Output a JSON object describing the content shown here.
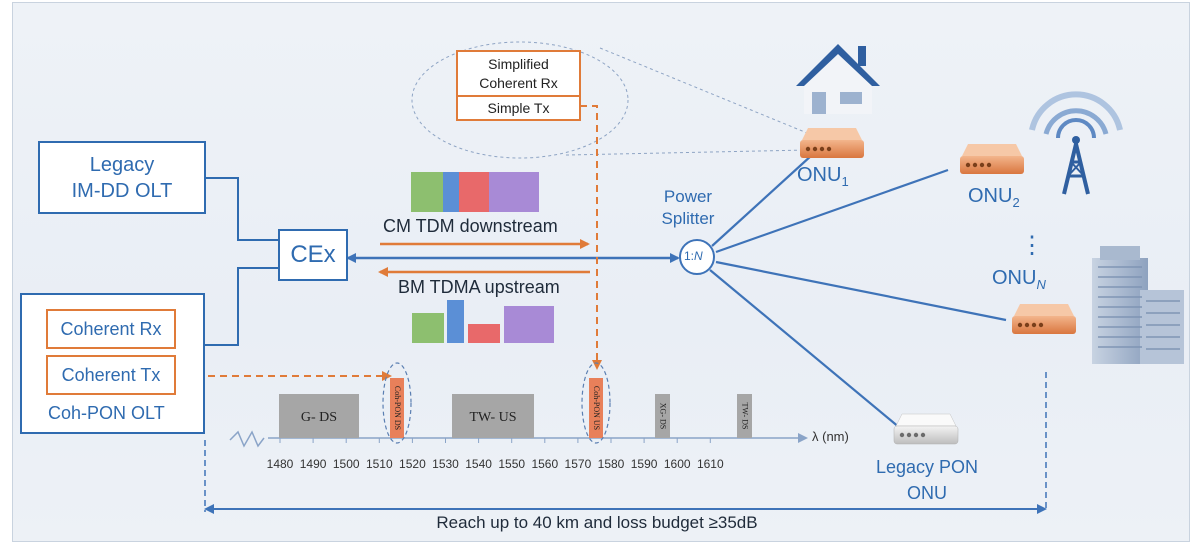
{
  "olt_legacy": {
    "line1": "Legacy",
    "line2": "IM-DD OLT"
  },
  "cex": {
    "label": "CEx"
  },
  "coh_olt": {
    "rx": "Coherent Rx",
    "tx": "Coherent Tx",
    "label": "Coh-PON OLT"
  },
  "onu_detail": {
    "rx": "Simplified Coherent Rx",
    "rx_line1": "Simplified",
    "rx_line2": "Coherent Rx",
    "tx": "Simple Tx"
  },
  "downstream": {
    "label": "CM TDM downstream"
  },
  "upstream": {
    "label": "BM TDMA upstream"
  },
  "splitter": {
    "line1": "Power",
    "line2": "Splitter",
    "ratio_prefix": "1:",
    "ratio_n": "N"
  },
  "onus": {
    "onu1": {
      "base": "ONU",
      "sub": "1"
    },
    "onu2": {
      "base": "ONU",
      "sub": "2"
    },
    "onun": {
      "base": "ONU",
      "sub": "N"
    },
    "dots": "⋮",
    "legacy_line1": "Legacy PON",
    "legacy_line2": "ONU"
  },
  "spectrum": {
    "axis_label": "λ (nm)",
    "ticks": [
      "1480",
      "1490",
      "1500",
      "1510",
      "1520",
      "1530",
      "1540",
      "1550",
      "1560",
      "1570",
      "1580",
      "1590",
      "1600",
      "1610"
    ],
    "bands": [
      {
        "label": "G- DS",
        "color": "#a6a6a6"
      },
      {
        "label": "Coh-PON DS",
        "color": "#e8805a"
      },
      {
        "label": "TW- US",
        "color": "#a6a6a6"
      },
      {
        "label": "Coh-PON US",
        "color": "#e8805a"
      },
      {
        "label": "XG- DS",
        "color": "#a6a6a6"
      },
      {
        "label": "TW- DS",
        "color": "#a6a6a6"
      }
    ]
  },
  "reach": {
    "label": "Reach up to 40 km and loss budget ≥35dB"
  },
  "colors": {
    "blue": "#2f6bb0",
    "orange": "#e07b39",
    "green": "#8dbf6f",
    "lightblue": "#5b8fd6",
    "red": "#e8696a",
    "purple": "#a88ad6",
    "line_blue": "#3e73b8"
  }
}
